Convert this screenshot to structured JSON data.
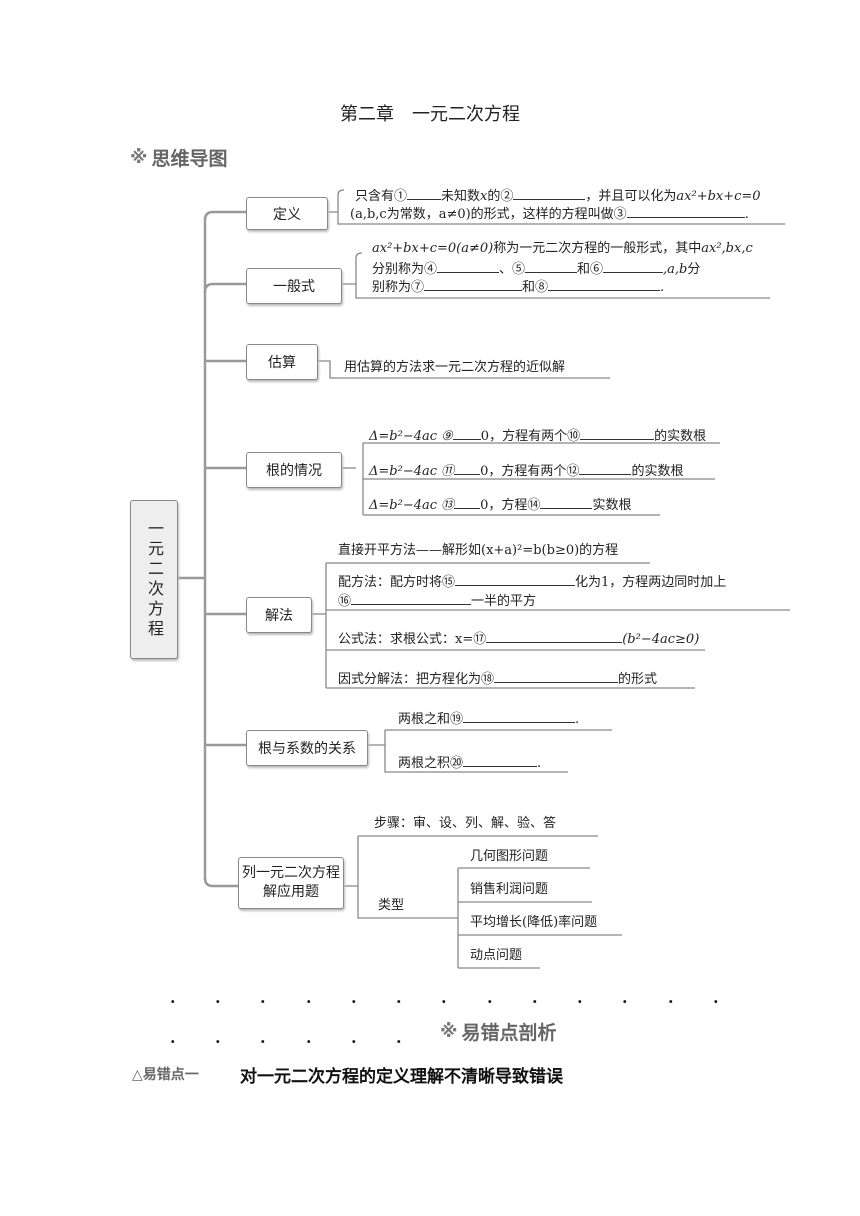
{
  "page_title": "第二章　一元二次方程",
  "mindmap_heading": "思维导图",
  "mistakes_heading": "易错点剖析",
  "mistake_tag": "易错点一",
  "mistake_title": "对一元二次方程的定义理解不清晰导致错误",
  "root_label": "一元二次方程",
  "nodes": {
    "definition": "定义",
    "general_form": "一般式",
    "estimation": "估算",
    "roots": "根的情况",
    "solutions": "解法",
    "vieta": "根与系数的关系",
    "application": "列一元二次方程解应用题"
  },
  "definition_text": {
    "l1a": "只含有①",
    "l1b": "未知数",
    "l1c": "x",
    "l1d": "的②",
    "l1e": "，并且可以化为",
    "l1f": "ax²+bx+c=0",
    "l2a": "(a,b,c为常数，a≠0)的形式，这样的方程叫做③",
    "l2b": "."
  },
  "general_text": {
    "l1a": "ax²+bx+c=0(a≠0)",
    "l1b": "称为一元二次方程的一般形式，其中",
    "l1c": "ax²,bx,c",
    "l2a": "分别称为④",
    "l2b": "、⑤",
    "l2c": "和⑥",
    "l2d": ",a,b",
    "l2e": "分",
    "l3a": "别称为⑦",
    "l3b": "和⑧",
    "l3c": "."
  },
  "estimation_text": "用估算的方法求一元二次方程的近似解",
  "roots_text": {
    "r1a": "Δ=b²−4ac ⑨",
    "r1b": "0，方程有两个⑩",
    "r1c": "的实数根",
    "r2a": "Δ=b²−4ac ⑪",
    "r2b": "0，方程有两个⑫",
    "r2c": "的实数根",
    "r3a": "Δ=b²−4ac ⑬",
    "r3b": "0，方程⑭",
    "r3c": "实数根"
  },
  "solutions_text": {
    "direct": "直接开平方法——解形如(x+a)²=b(b≥0)的方程",
    "complete_a": "配方法：配方时将⑮",
    "complete_b": "化为1，方程两边同时加上",
    "complete_c": "⑯",
    "complete_d": "一半的平方",
    "formula_a": "公式法：求根公式：x=⑰",
    "formula_b": "(b²−4ac≥0)",
    "factor_a": "因式分解法：把方程化为⑱",
    "factor_b": "的形式"
  },
  "vieta_text": {
    "sum_a": "两根之和⑲",
    "sum_b": ".",
    "prod_a": "两根之积⑳",
    "prod_b": "."
  },
  "application_text": {
    "steps": "步骤：审、设、列、解、验、答",
    "types": "类型",
    "t1": "几何图形问题",
    "t2": "销售利润问题",
    "t3": "平均增长(降低)率问题",
    "t4": "动点问题"
  }
}
